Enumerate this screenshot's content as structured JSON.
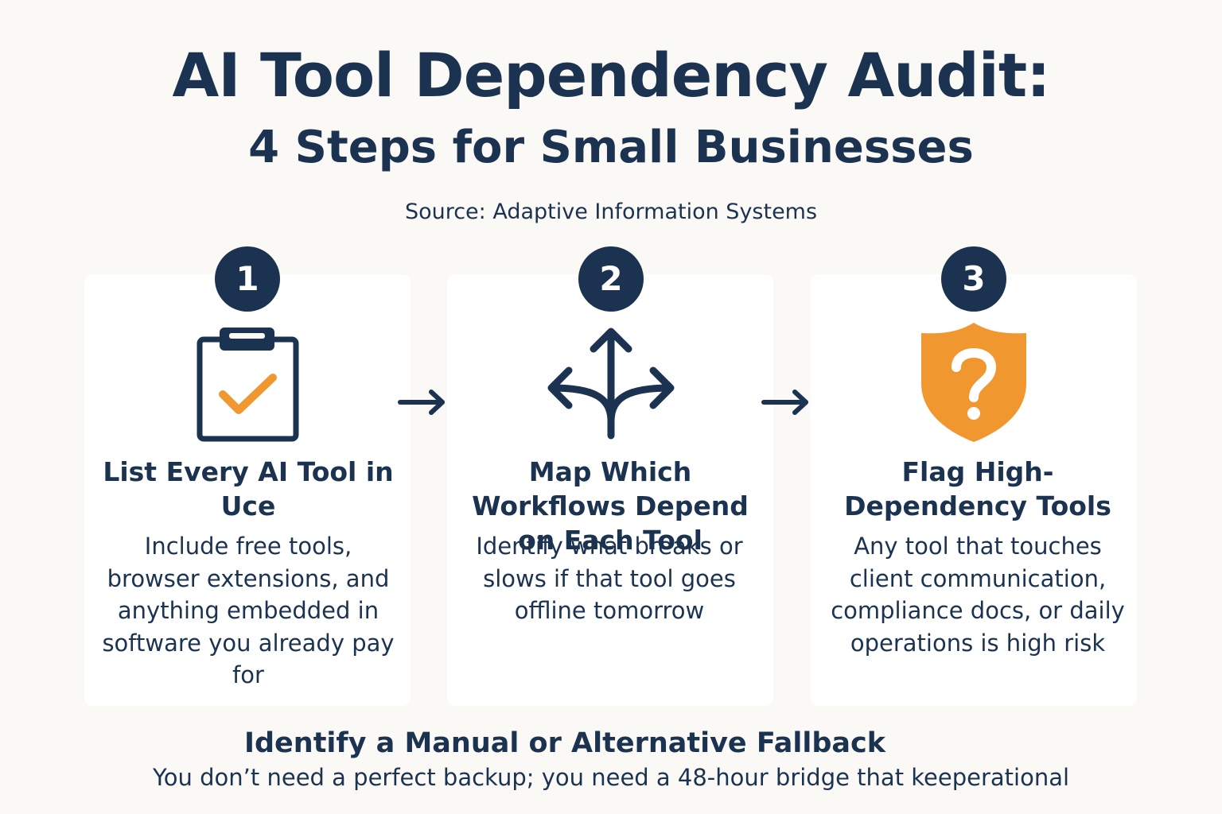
{
  "header": {
    "title": "AI Tool Dependency Audit:",
    "subtitle": "4 Steps for Small Businesses",
    "source": "Source: Adaptive Information Systems"
  },
  "steps": [
    {
      "number": "1",
      "icon": "clipboard-check-icon",
      "title": "List Every AI Tool in Uce",
      "description": "Include free tools, browser extensions, and anything embedded in software you already pay for"
    },
    {
      "number": "2",
      "icon": "branching-arrows-icon",
      "title": "Map Which Workflows Depend on Each Tool",
      "description": "Identify what breaks or slows if that tool goes offline tomorrow"
    },
    {
      "number": "3",
      "icon": "shield-question-icon",
      "title": "Flag High-Dependency Tools",
      "description": "Any tool that touches client communication, compliance docs, or daily operations is high risk"
    }
  ],
  "fallback": {
    "title": "Identify a Manual or Alternative Fallback",
    "description": "You don’t need a perfect backup; you need a 48-hour bridge that keeperational"
  },
  "colors": {
    "navy": "#1b3350",
    "orange": "#f0982f",
    "background": "#faf9f5",
    "card": "#ffffff"
  }
}
